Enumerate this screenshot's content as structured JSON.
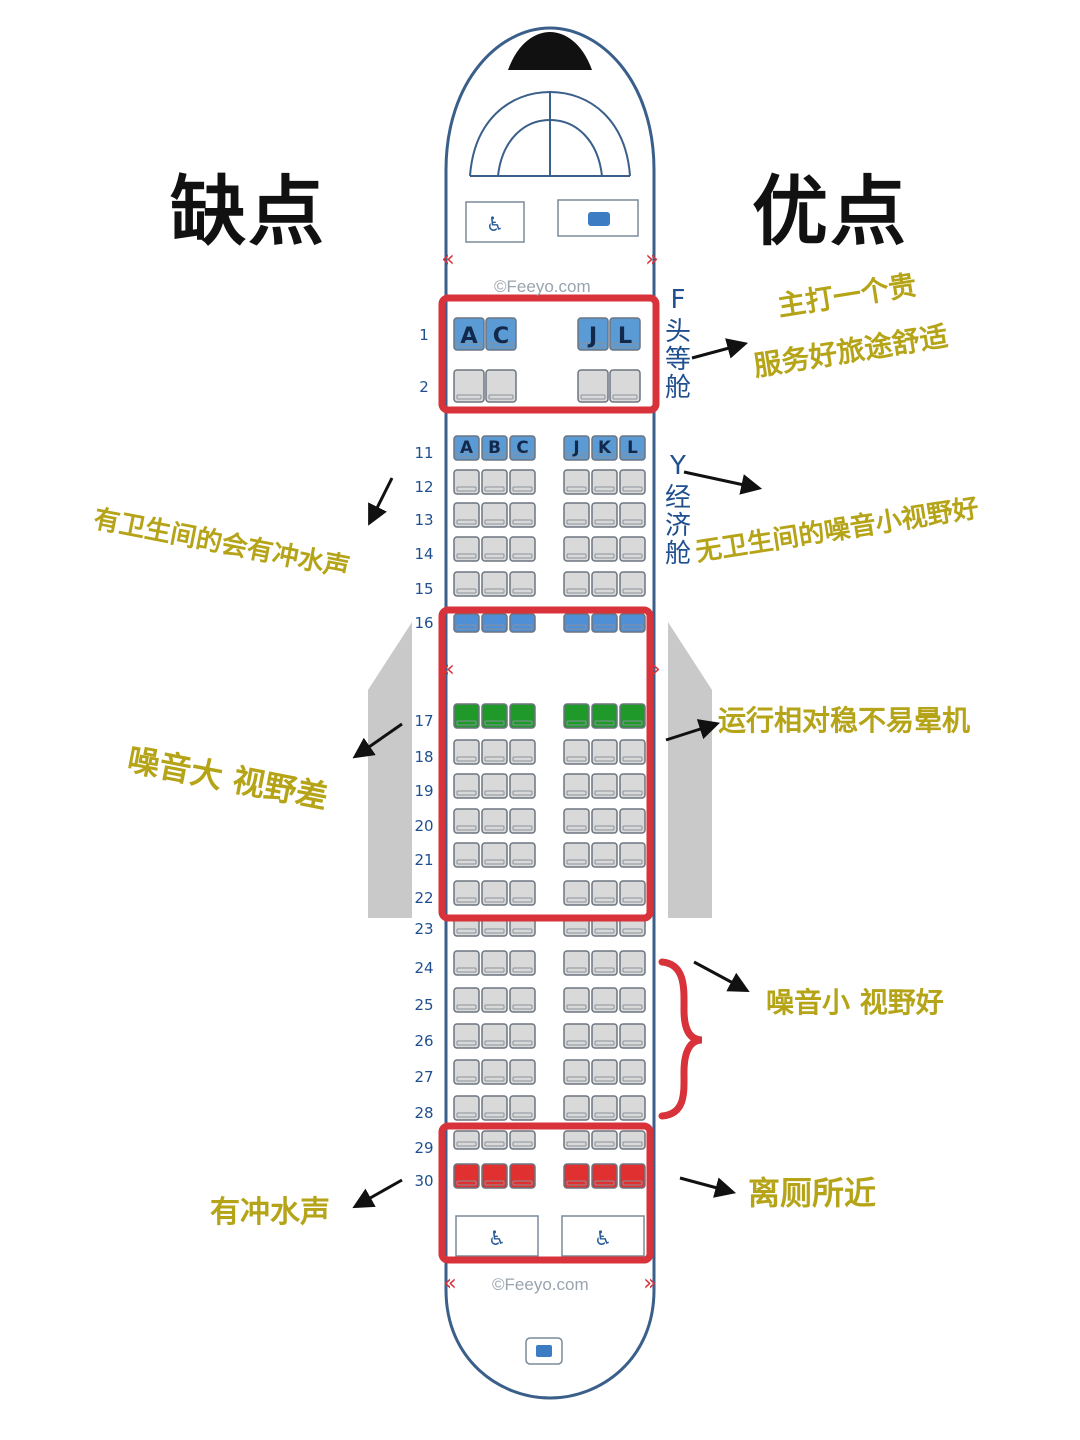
{
  "headings": {
    "cons": "缺点",
    "pros": "优点"
  },
  "watermark": "©Feeyo.com",
  "cabins": {
    "first": {
      "letter": "F",
      "name": "头等舱"
    },
    "economy": {
      "letter": "Y",
      "name": "经济舱"
    }
  },
  "rows": {
    "first": [
      1,
      2
    ],
    "economy": [
      11,
      12,
      13,
      14,
      15,
      16,
      17,
      18,
      19,
      20,
      21,
      22,
      23,
      24,
      25,
      26,
      27,
      28,
      29,
      30
    ]
  },
  "seat_letters": {
    "first": [
      "A",
      "C",
      "J",
      "L"
    ],
    "economy": [
      "A",
      "B",
      "C",
      "J",
      "K",
      "L"
    ]
  },
  "seat_colors": {
    "standard": "#d9d9d9",
    "label_blue": "#5b9bd5",
    "row16_blue": "#4f8fd6",
    "exit_green": "#1f9a2a",
    "rear_red": "#e03030",
    "highlight": "#d8323a",
    "annotation": "#b5a418"
  },
  "annotations": {
    "first_class": [
      "主打一个贵",
      "服务好旅途舒适"
    ],
    "front_economy_pro": "无卫生间的噪音小视野好",
    "front_economy_con": "有卫生间的会有冲水声",
    "wing_pro": "运行相对稳不易晕机",
    "wing_con": "噪音大 视野差",
    "rear_mid_pro": "噪音小 视野好",
    "rear_pro": "离厕所近",
    "rear_con": "有冲水声"
  }
}
